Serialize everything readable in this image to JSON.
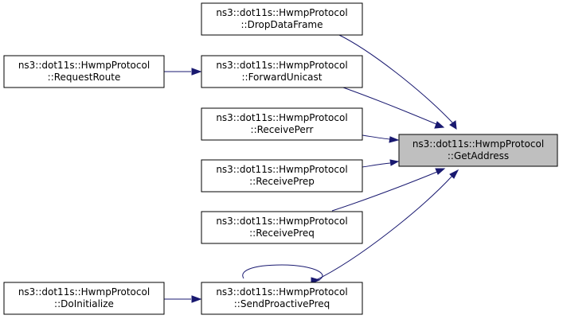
{
  "diagram": {
    "nodes": {
      "get_address": {
        "line1": "ns3::dot11s::HwmpProtocol",
        "line2": "::GetAddress"
      },
      "drop_data_frame": {
        "line1": "ns3::dot11s::HwmpProtocol",
        "line2": "::DropDataFrame"
      },
      "forward_unicast": {
        "line1": "ns3::dot11s::HwmpProtocol",
        "line2": "::ForwardUnicast"
      },
      "request_route": {
        "line1": "ns3::dot11s::HwmpProtocol",
        "line2": "::RequestRoute"
      },
      "receive_perr": {
        "line1": "ns3::dot11s::HwmpProtocol",
        "line2": "::ReceivePerr"
      },
      "receive_prep": {
        "line1": "ns3::dot11s::HwmpProtocol",
        "line2": "::ReceivePrep"
      },
      "receive_preq": {
        "line1": "ns3::dot11s::HwmpProtocol",
        "line2": "::ReceivePreq"
      },
      "send_proactive_preq": {
        "line1": "ns3::dot11s::HwmpProtocol",
        "line2": "::SendProactivePreq"
      },
      "do_initialize": {
        "line1": "ns3::dot11s::HwmpProtocol",
        "line2": "::DoInitialize"
      }
    },
    "colors": {
      "edge": "#191970",
      "focus_fill": "#bfbfbf",
      "node_fill": "#ffffff",
      "border": "#000000"
    }
  }
}
